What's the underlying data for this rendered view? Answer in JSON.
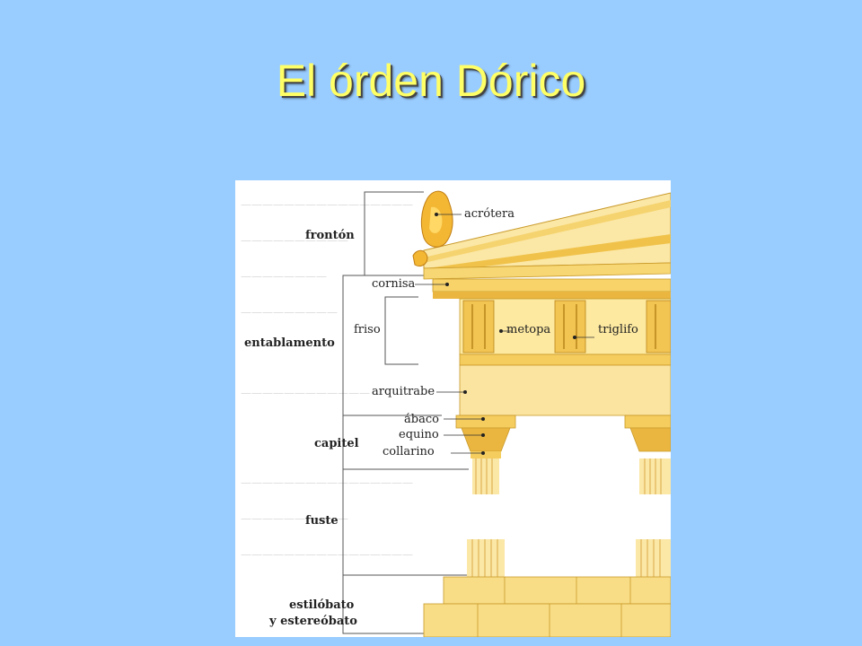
{
  "slide": {
    "title": "El órden Dórico"
  },
  "diagram": {
    "groups": {
      "fronton": "frontón",
      "entablamento": "entablamento",
      "capitel": "capitel",
      "fuste": "fuste",
      "estilobato_1": "estilóbato",
      "estilobato_2": "y estereóbato"
    },
    "parts": {
      "acrotera": "acrótera",
      "cornisa": "cornisa",
      "friso": "friso",
      "metopa": "metopa",
      "triglifo": "triglifo",
      "arquitrabe": "arquitrabe",
      "abaco": "ábaco",
      "equino": "equino",
      "collarino": "collarino"
    },
    "colors": {
      "background": "#99ccff",
      "title": "#ffff66",
      "stone_light": "#fde9a0",
      "stone_mid": "#f7cf5c",
      "stone_dark": "#e8a92a"
    }
  }
}
